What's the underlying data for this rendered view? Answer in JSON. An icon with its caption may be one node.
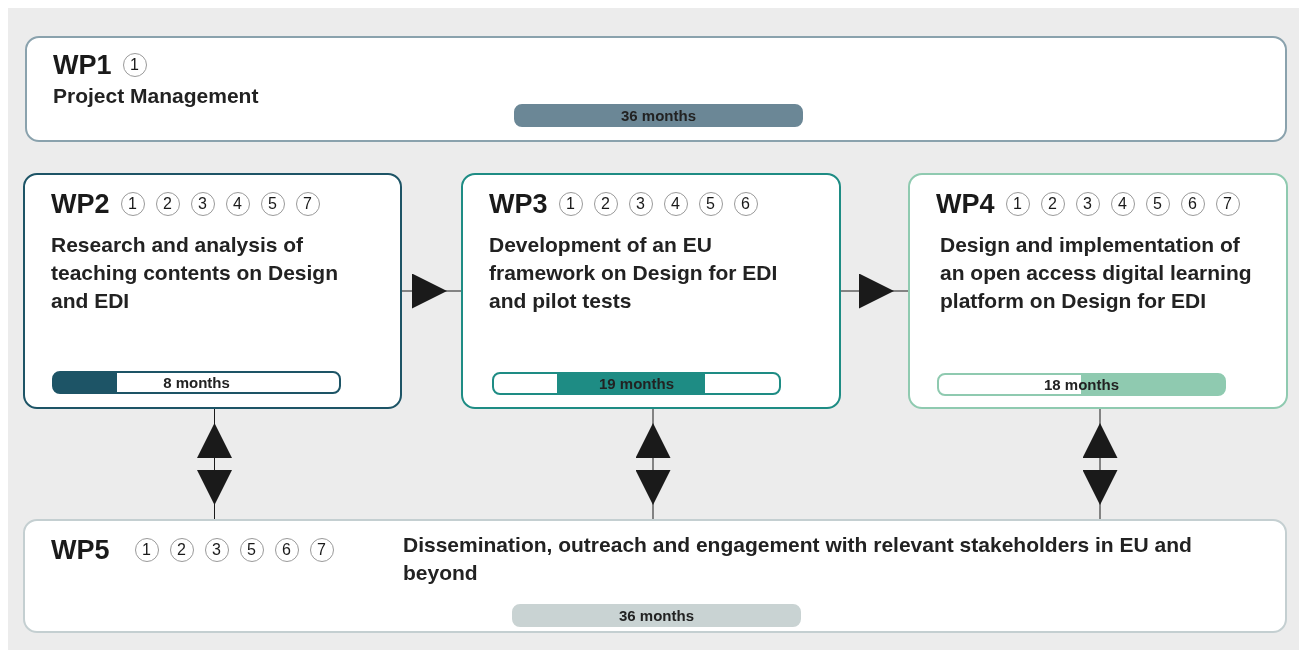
{
  "diagram": {
    "nodes": [
      {
        "text": [
          "WP1",
          "Project Management"
        ]
      },
      {
        "text": [
          "1"
        ],
        "in": 0
      },
      {
        "text": [
          "36 months"
        ],
        "in": 0
      },
      {
        "text": [
          "WP2",
          "Research and analysis of teaching contents on Design and EDI"
        ]
      },
      {
        "text": [
          "1"
        ],
        "in": 3
      },
      {
        "text": [
          "2"
        ],
        "in": 3
      },
      {
        "text": [
          "3"
        ],
        "in": 3
      },
      {
        "text": [
          "4"
        ],
        "in": 3
      },
      {
        "text": [
          "5"
        ],
        "in": 3
      },
      {
        "text": [
          "7"
        ],
        "in": 3
      },
      {
        "text": [
          "8 months"
        ],
        "in": 3
      },
      {
        "text": [
          "WP3",
          "Development of an EU framework on Design for EDI and pilot tests"
        ]
      },
      {
        "text": [
          "1"
        ],
        "in": 11
      },
      {
        "text": [
          "2"
        ],
        "in": 11
      },
      {
        "text": [
          "3"
        ],
        "in": 11
      },
      {
        "text": [
          "4"
        ],
        "in": 11
      },
      {
        "text": [
          "5"
        ],
        "in": 11
      },
      {
        "text": [
          "6"
        ],
        "in": 11
      },
      {
        "text": [
          "19 months"
        ],
        "in": 11
      },
      {
        "text": [
          "WP4",
          "Design and implementation of an open access digital learning platform on Design for EDI"
        ]
      },
      {
        "text": [
          "1"
        ],
        "in": 19
      },
      {
        "text": [
          "2"
        ],
        "in": 19
      },
      {
        "text": [
          "3"
        ],
        "in": 19
      },
      {
        "text": [
          "4"
        ],
        "in": 19
      },
      {
        "text": [
          "5"
        ],
        "in": 19
      },
      {
        "text": [
          "6"
        ],
        "in": 19
      },
      {
        "text": [
          "7"
        ],
        "in": 19
      },
      {
        "text": [
          "18 months"
        ],
        "in": 19
      },
      {
        "text": [
          "WP5",
          "Dissemination, outreach and engagement with relevant stakeholders in EU and beyond"
        ]
      },
      {
        "text": [
          "1"
        ],
        "in": 28
      },
      {
        "text": [
          "2"
        ],
        "in": 28
      },
      {
        "text": [
          "3"
        ],
        "in": 28
      },
      {
        "text": [
          "5"
        ],
        "in": 28
      },
      {
        "text": [
          "6"
        ],
        "in": 28
      },
      {
        "text": [
          "7"
        ],
        "in": 28
      },
      {
        "text": [
          "36 months"
        ],
        "in": 28
      }
    ],
    "edges": [
      {
        "from": 3,
        "to": 11,
        "arrow": "to"
      },
      {
        "from": 11,
        "to": 19,
        "arrow": "to"
      },
      {
        "from": 3,
        "to": 28,
        "arrow": "both"
      },
      {
        "from": 11,
        "to": 28,
        "arrow": "both"
      },
      {
        "from": 19,
        "to": 28,
        "arrow": "both"
      }
    ]
  }
}
